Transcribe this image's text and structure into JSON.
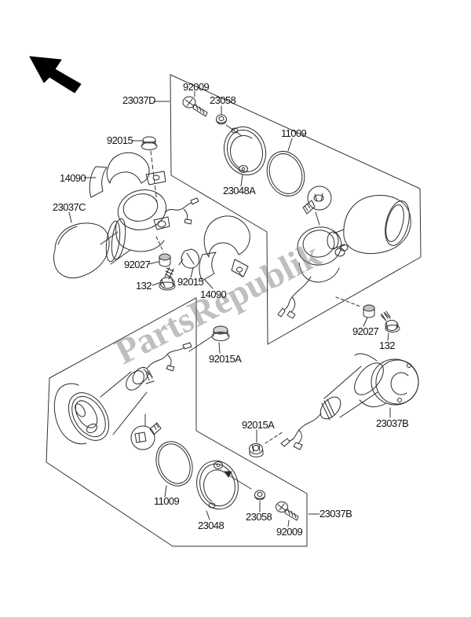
{
  "diagram": {
    "watermark": "PartsRepublik",
    "arrow_icon": "orientation-arrow-up-left"
  },
  "callouts": [
    {
      "text": "92009"
    },
    {
      "text": "23037D"
    },
    {
      "text": "23058"
    },
    {
      "text": "11009"
    },
    {
      "text": "92015"
    },
    {
      "text": "14090"
    },
    {
      "text": "23037C"
    },
    {
      "text": "23048A"
    },
    {
      "text": "92027"
    },
    {
      "text": "132"
    },
    {
      "text": "92015"
    },
    {
      "text": "14090"
    },
    {
      "text": "92015A"
    },
    {
      "text": "92027"
    },
    {
      "text": "132"
    },
    {
      "text": "92015A"
    },
    {
      "text": "23037B"
    },
    {
      "text": "11009"
    },
    {
      "text": "23048"
    },
    {
      "text": "23058"
    },
    {
      "text": "92009"
    },
    {
      "text": "23037B"
    }
  ]
}
